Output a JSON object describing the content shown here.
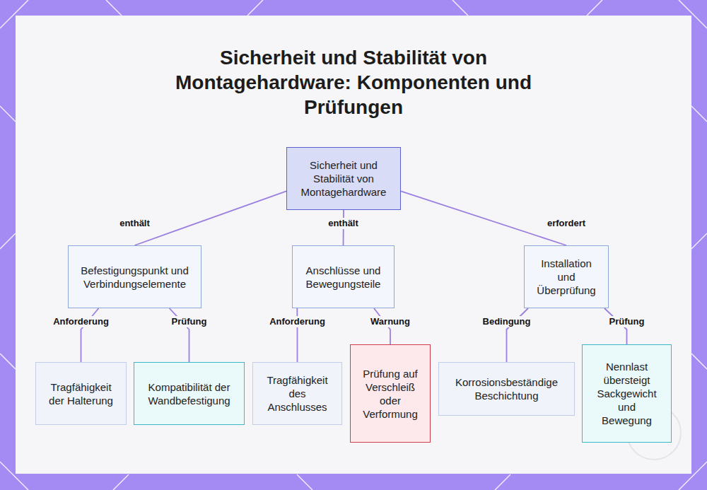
{
  "diagram": {
    "title": "Sicherheit und Stabilität von Montagehardware: Komponenten und Prüfungen",
    "nodes": [
      {
        "text": [
          "Sicherheit und Stabilität von Montagehardware"
        ]
      },
      {
        "text": [
          "Befestigungspunkt und Verbindungselemente"
        ]
      },
      {
        "text": [
          "Anschlüsse und Bewegungsteile"
        ]
      },
      {
        "text": [
          "Installation und Überprüfung"
        ]
      },
      {
        "text": [
          "Tragfähigkeit der Halterung"
        ]
      },
      {
        "text": [
          "Kompatibilität der Wandbefestigung"
        ]
      },
      {
        "text": [
          "Tragfähigkeit des Anschlusses"
        ]
      },
      {
        "text": [
          "Prüfung auf Verschleiß oder Verformung"
        ]
      },
      {
        "text": [
          "Korrosionsbeständige Beschichtung"
        ]
      },
      {
        "text": [
          "Nennlast übersteigt Sackgewicht und Bewegung"
        ]
      }
    ],
    "edges": [
      {
        "from": 0,
        "to": 1,
        "arrow": "none",
        "label": "enthält"
      },
      {
        "from": 0,
        "to": 2,
        "arrow": "none",
        "label": "enthält"
      },
      {
        "from": 0,
        "to": 3,
        "arrow": "none",
        "label": "erfordert"
      },
      {
        "from": 1,
        "to": 4,
        "arrow": "none",
        "label": "Anforderung"
      },
      {
        "from": 1,
        "to": 5,
        "arrow": "none",
        "label": "Prüfung"
      },
      {
        "from": 2,
        "to": 6,
        "arrow": "none",
        "label": "Anforderung"
      },
      {
        "from": 2,
        "to": 7,
        "arrow": "none",
        "label": "Warnung"
      },
      {
        "from": 3,
        "to": 8,
        "arrow": "none",
        "label": "Bedingung"
      },
      {
        "from": 3,
        "to": 9,
        "arrow": "none",
        "label": "Prüfung"
      }
    ]
  }
}
